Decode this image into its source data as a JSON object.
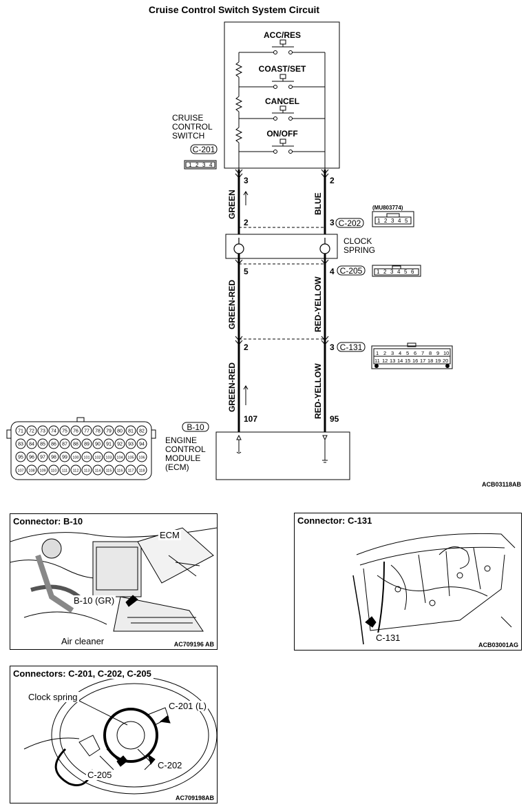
{
  "title": "Cruise Control Switch System Circuit",
  "switch": {
    "label_line1": "CRUISE",
    "label_line2": "CONTROL",
    "label_line3": "SWITCH",
    "connector": "C-201",
    "pins": [
      "1",
      "2",
      "3",
      "4"
    ],
    "buttons": [
      "ACC/RES",
      "COAST/SET",
      "CANCEL",
      "ON/OFF"
    ]
  },
  "wires": {
    "left_top_pin": "3",
    "right_top_pin": "2",
    "left_upper_color": "GREEN",
    "right_upper_color": "BLUE",
    "c202_left_pin": "2",
    "c202_right_pin": "3",
    "c202_connector": "C-202",
    "c202_part_number": "(MU803774)",
    "c202_pins": [
      "1",
      "2",
      "3",
      "4",
      "5"
    ],
    "c205_left_pin": "5",
    "c205_right_pin": "4",
    "c205_connector": "C-205",
    "c205_pins": [
      "1",
      "2",
      "3",
      "4",
      "5",
      "6"
    ],
    "left_middle_color": "GREEN-RED",
    "right_middle_color": "RED-YELLOW",
    "c131_left_pin": "2",
    "c131_right_pin": "3",
    "c131_connector": "C-131",
    "c131_pins_row1": [
      "1",
      "2",
      "3",
      "4",
      "5",
      "6",
      "7",
      "8",
      "9",
      "10"
    ],
    "c131_pins_row2": [
      "11",
      "12",
      "13",
      "14",
      "15",
      "16",
      "17",
      "18",
      "19",
      "20"
    ],
    "left_lower_color": "GREEN-RED",
    "right_lower_color": "RED-YELLOW",
    "ecm_left_pin": "107",
    "ecm_right_pin": "95"
  },
  "clock_spring": {
    "line1": "CLOCK",
    "line2": "SPRING"
  },
  "ecm": {
    "connector": "B-10",
    "line1": "ENGINE",
    "line2": "CONTROL",
    "line3": "MODULE",
    "line4": "(ECM)",
    "pins_row1": [
      "71",
      "72",
      "73",
      "74",
      "75",
      "76",
      "77",
      "78",
      "79",
      "80",
      "81",
      "82"
    ],
    "pins_row2": [
      "83",
      "84",
      "85",
      "86",
      "87",
      "88",
      "89",
      "90",
      "91",
      "92",
      "93",
      "94"
    ],
    "pins_row3": [
      "95",
      "96",
      "97",
      "98",
      "99",
      "100",
      "101",
      "102",
      "103",
      "104",
      "105",
      "106"
    ],
    "pins_row4": [
      "107",
      "108",
      "109",
      "110",
      "111",
      "112",
      "113",
      "114",
      "115",
      "116",
      "117",
      "118"
    ]
  },
  "diagram_code": "ACB03118AB",
  "panels": {
    "b10": {
      "title": "Connector: B-10",
      "ecm": "ECM",
      "connector": "B-10 (GR)",
      "air_cleaner": "Air cleaner",
      "code": "AC709196 AB"
    },
    "c131": {
      "title": "Connector: C-131",
      "connector": "C-131",
      "code": "ACB03001AG"
    },
    "c201": {
      "title": "Connectors: C-201, C-202, C-205",
      "clock_spring": "Clock spring",
      "c201": "C-201 (L)",
      "c202": "C-202",
      "c205": "C-205",
      "code": "AC709198AB"
    }
  }
}
